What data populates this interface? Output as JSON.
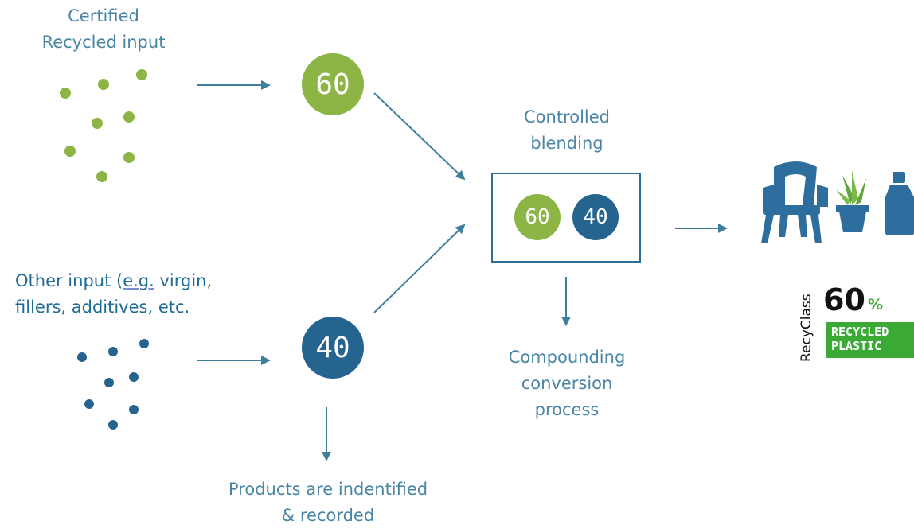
{
  "labels": {
    "certified_line1": "Certified",
    "certified_line2": "Recycled input",
    "other_prefix": "Other input (",
    "other_eg": "e.g.",
    "other_suffix": " virgin,",
    "other_line2": "fillers, additives, etc.",
    "blending_line1": "Controlled",
    "blending_line2": "blending",
    "compounding_line1": "Compounding",
    "compounding_line2": "conversion",
    "compounding_line3": "process",
    "products_line1": "Products are indentified",
    "products_line2": "& recorded"
  },
  "circles": {
    "recycled": "60",
    "other": "40",
    "blend_recycled": "60",
    "blend_other": "40"
  },
  "badge": {
    "brand": "RecyClass",
    "percent": "60",
    "percent_sign": "%",
    "line1": "RECYCLED",
    "line2": "PLASTIC"
  },
  "colors": {
    "recycled_green": "#8cb545",
    "other_blue": "#24648f",
    "text_blue": "#4a86a4",
    "arrow_blue": "#3f7f9c",
    "badge_green": "#3aaa35"
  },
  "icons": [
    "chair-icon",
    "potted-plant-icon",
    "bottle-icon"
  ]
}
